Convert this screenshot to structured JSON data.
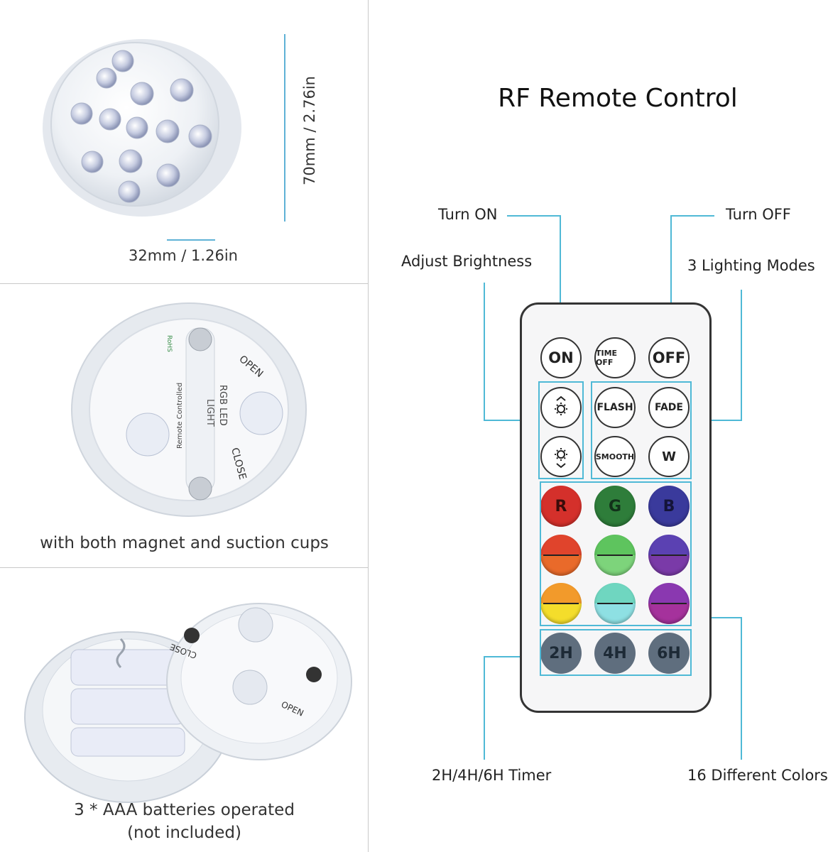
{
  "left": {
    "panel1": {
      "width_label": "32mm / 1.26in",
      "height_label": "70mm / 2.76in"
    },
    "panel2": {
      "caption": "with both magnet and suction cups",
      "print_rohs": "RoHS",
      "print_open": "OPEN",
      "print_close": "CLOSE",
      "print_remote": "Remote Controlled",
      "print_rgb": "RGB LED",
      "print_light": "LIGHT"
    },
    "panel3": {
      "caption_line1": "3 * AAA batteries operated",
      "caption_line2": "(not included)",
      "print_open": "OPEN",
      "print_close": "CLOSE"
    }
  },
  "right": {
    "title": "RF Remote Control",
    "labels": {
      "turn_on": "Turn ON",
      "turn_off": "Turn OFF",
      "adjust_brightness": "Adjust Brightness",
      "lighting_modes": "3 Lighting Modes",
      "timer": "2H/4H/6H Timer",
      "colors": "16 Different Colors"
    },
    "remote": {
      "on": "ON",
      "time_off": "TIME OFF",
      "off": "OFF",
      "flash": "FLASH",
      "fade": "FADE",
      "smooth": "SMOOTH",
      "w": "W",
      "r": "R",
      "g": "G",
      "b": "B",
      "timer_2h": "2H",
      "timer_4h": "4H",
      "timer_6h": "6H",
      "bright_up_icon": "sun-up-icon",
      "bright_down_icon": "sun-down-icon"
    }
  },
  "colors": {
    "accent_line": "#4fb9d6",
    "red": "#d4302b",
    "green": "#2e7d3a",
    "blue": "#3a3a9c"
  }
}
